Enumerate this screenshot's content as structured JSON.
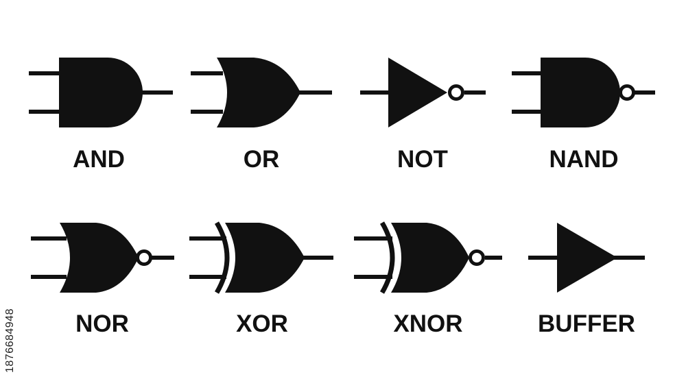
{
  "gates": [
    {
      "name": "and",
      "label": "AND"
    },
    {
      "name": "or",
      "label": "OR"
    },
    {
      "name": "not",
      "label": "NOT"
    },
    {
      "name": "nand",
      "label": "NAND"
    },
    {
      "name": "nor",
      "label": "NOR"
    },
    {
      "name": "xor",
      "label": "XOR"
    },
    {
      "name": "xnor",
      "label": "XNOR"
    },
    {
      "name": "buffer",
      "label": "BUFFER"
    }
  ],
  "stock_id": "1876684948",
  "colors": {
    "symbol": "#111111",
    "background": "#ffffff"
  }
}
